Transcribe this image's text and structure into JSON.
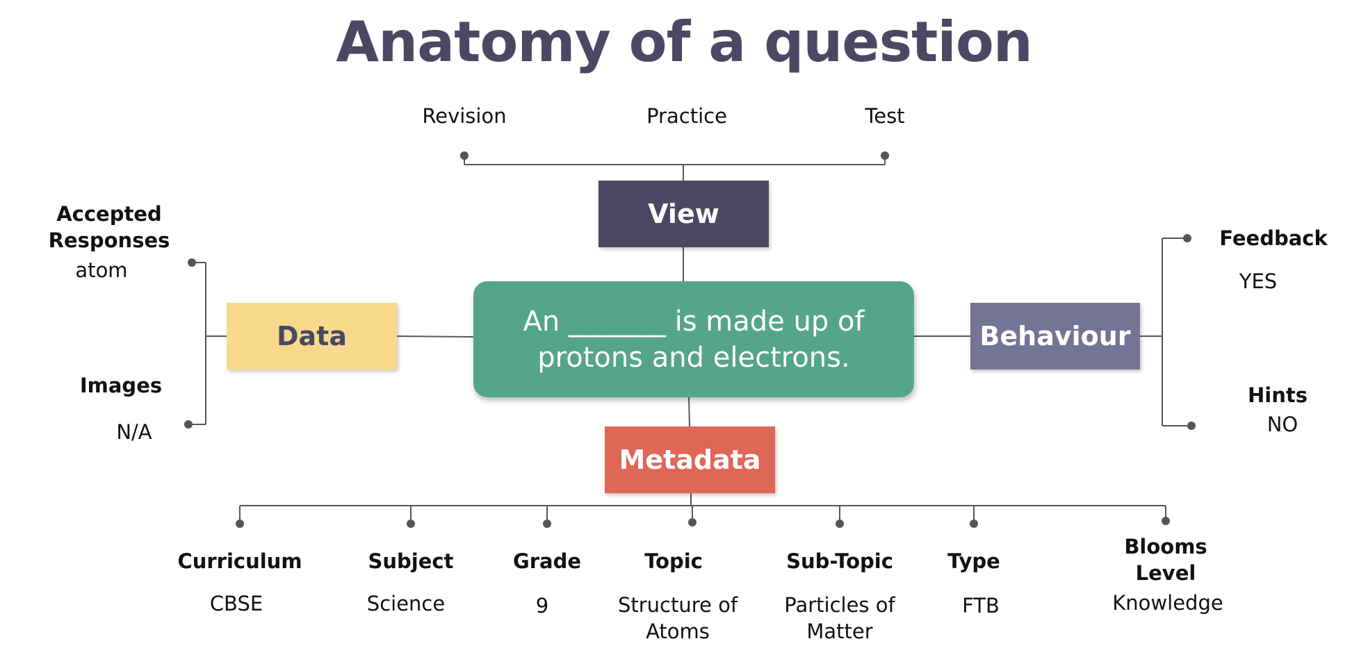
{
  "title": "Anatomy of a question",
  "question_text": "An _______ is made up of\nprotons and electrons.",
  "boxes": {
    "view": "View",
    "data": "Data",
    "behaviour": "Behaviour",
    "metadata": "Metadata"
  },
  "colors": {
    "title": "#4a4862",
    "view_box": "#4a4862",
    "data_box": "#f8d98b",
    "behaviour_box": "#757496",
    "metadata_box": "#de6757",
    "question_box": "#55a58c",
    "connector": "#555555"
  },
  "view_options": [
    "Revision",
    "Practice",
    "Test"
  ],
  "data_fields": {
    "accepted_responses": {
      "label": "Accepted\nResponses",
      "value": "atom"
    },
    "images": {
      "label": "Images",
      "value": "N/A"
    }
  },
  "behaviour_fields": {
    "feedback": {
      "label": "Feedback",
      "value": "YES"
    },
    "hints": {
      "label": "Hints",
      "value": "NO"
    }
  },
  "metadata_fields": [
    {
      "label": "Curriculum",
      "value": "CBSE"
    },
    {
      "label": "Subject",
      "value": "Science"
    },
    {
      "label": "Grade",
      "value": "9"
    },
    {
      "label": "Topic",
      "value": "Structure of\nAtoms"
    },
    {
      "label": "Sub-Topic",
      "value": "Particles of\nMatter"
    },
    {
      "label": "Type",
      "value": "FTB"
    },
    {
      "label": "Blooms\nLevel",
      "value": "Knowledge"
    }
  ]
}
